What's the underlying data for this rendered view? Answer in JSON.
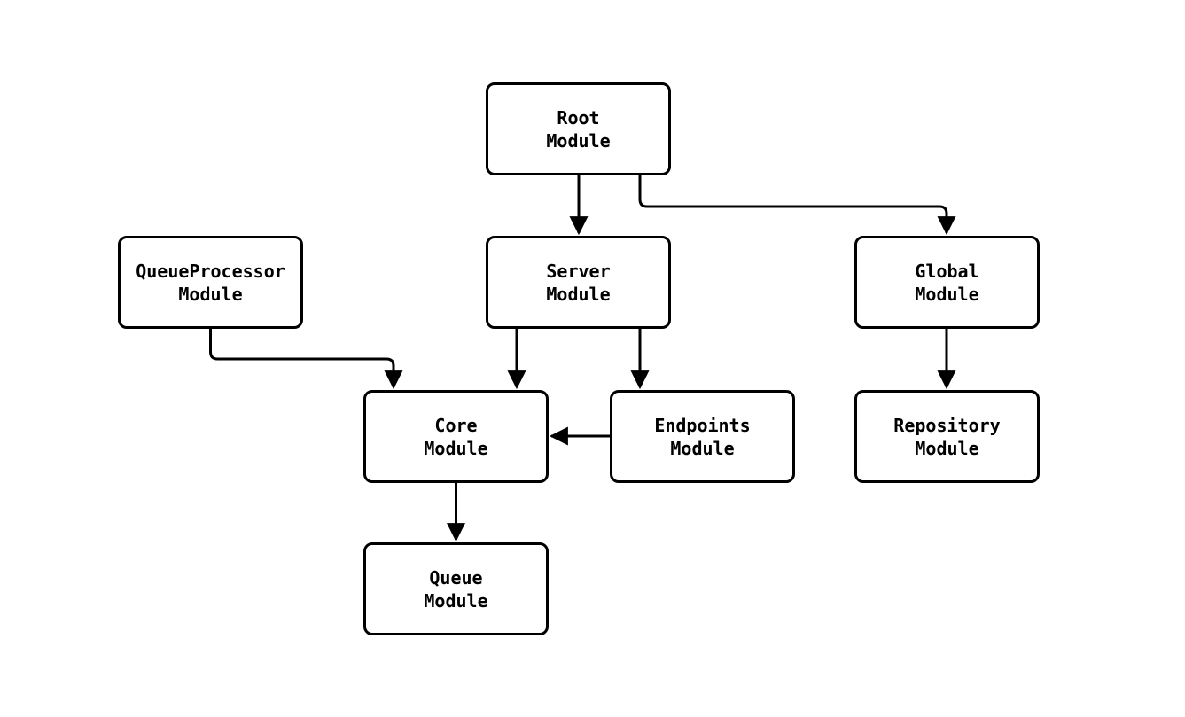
{
  "diagram": {
    "type": "module-dependency-graph",
    "background_color": "#ffffff",
    "node_fill_color": "#ffffff",
    "stroke_color": "#000000",
    "nodes": {
      "root": {
        "label": "Root\nModule"
      },
      "queue_processor": {
        "label": "QueueProcessor\nModule"
      },
      "server": {
        "label": "Server\nModule"
      },
      "global": {
        "label": "Global\nModule"
      },
      "core": {
        "label": "Core\nModule"
      },
      "endpoints": {
        "label": "Endpoints\nModule"
      },
      "repository": {
        "label": "Repository\nModule"
      },
      "queue": {
        "label": "Queue\nModule"
      }
    },
    "edges": [
      {
        "from": "Root Module",
        "to": "Server Module"
      },
      {
        "from": "Root Module",
        "to": "Global Module"
      },
      {
        "from": "QueueProcessor Module",
        "to": "Core Module"
      },
      {
        "from": "Server Module",
        "to": "Core Module"
      },
      {
        "from": "Server Module",
        "to": "Endpoints Module"
      },
      {
        "from": "Endpoints Module",
        "to": "Core Module"
      },
      {
        "from": "Global Module",
        "to": "Repository Module"
      },
      {
        "from": "Core Module",
        "to": "Queue Module"
      }
    ]
  }
}
